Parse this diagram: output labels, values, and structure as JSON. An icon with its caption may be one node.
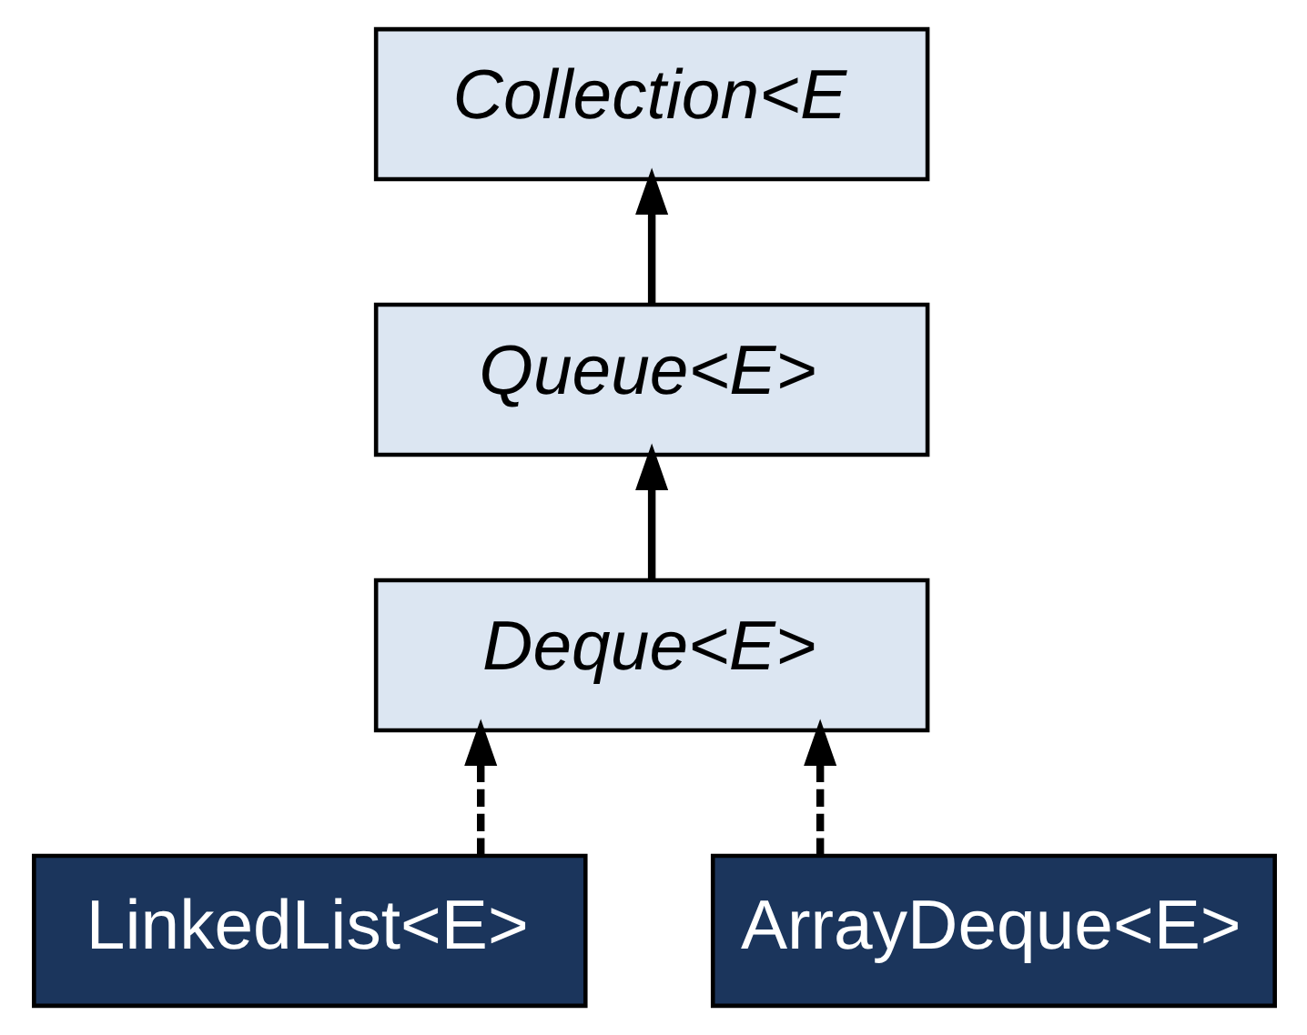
{
  "diagram": {
    "nodes": [
      {
        "text": [
          "Collection<E"
        ]
      },
      {
        "text": [
          "Queue<E>"
        ]
      },
      {
        "text": [
          "Deque<E>"
        ]
      },
      {
        "text": [
          "LinkedList<E>"
        ]
      },
      {
        "text": [
          "ArrayDeque<E>"
        ]
      }
    ],
    "edges": [
      {
        "from": 1,
        "to": 0,
        "arrow": "to"
      },
      {
        "from": 2,
        "to": 1,
        "arrow": "to"
      },
      {
        "from": 3,
        "to": 2,
        "arrow": "to",
        "style": "dashed"
      },
      {
        "from": 4,
        "to": 2,
        "arrow": "to",
        "style": "dashed"
      }
    ]
  }
}
